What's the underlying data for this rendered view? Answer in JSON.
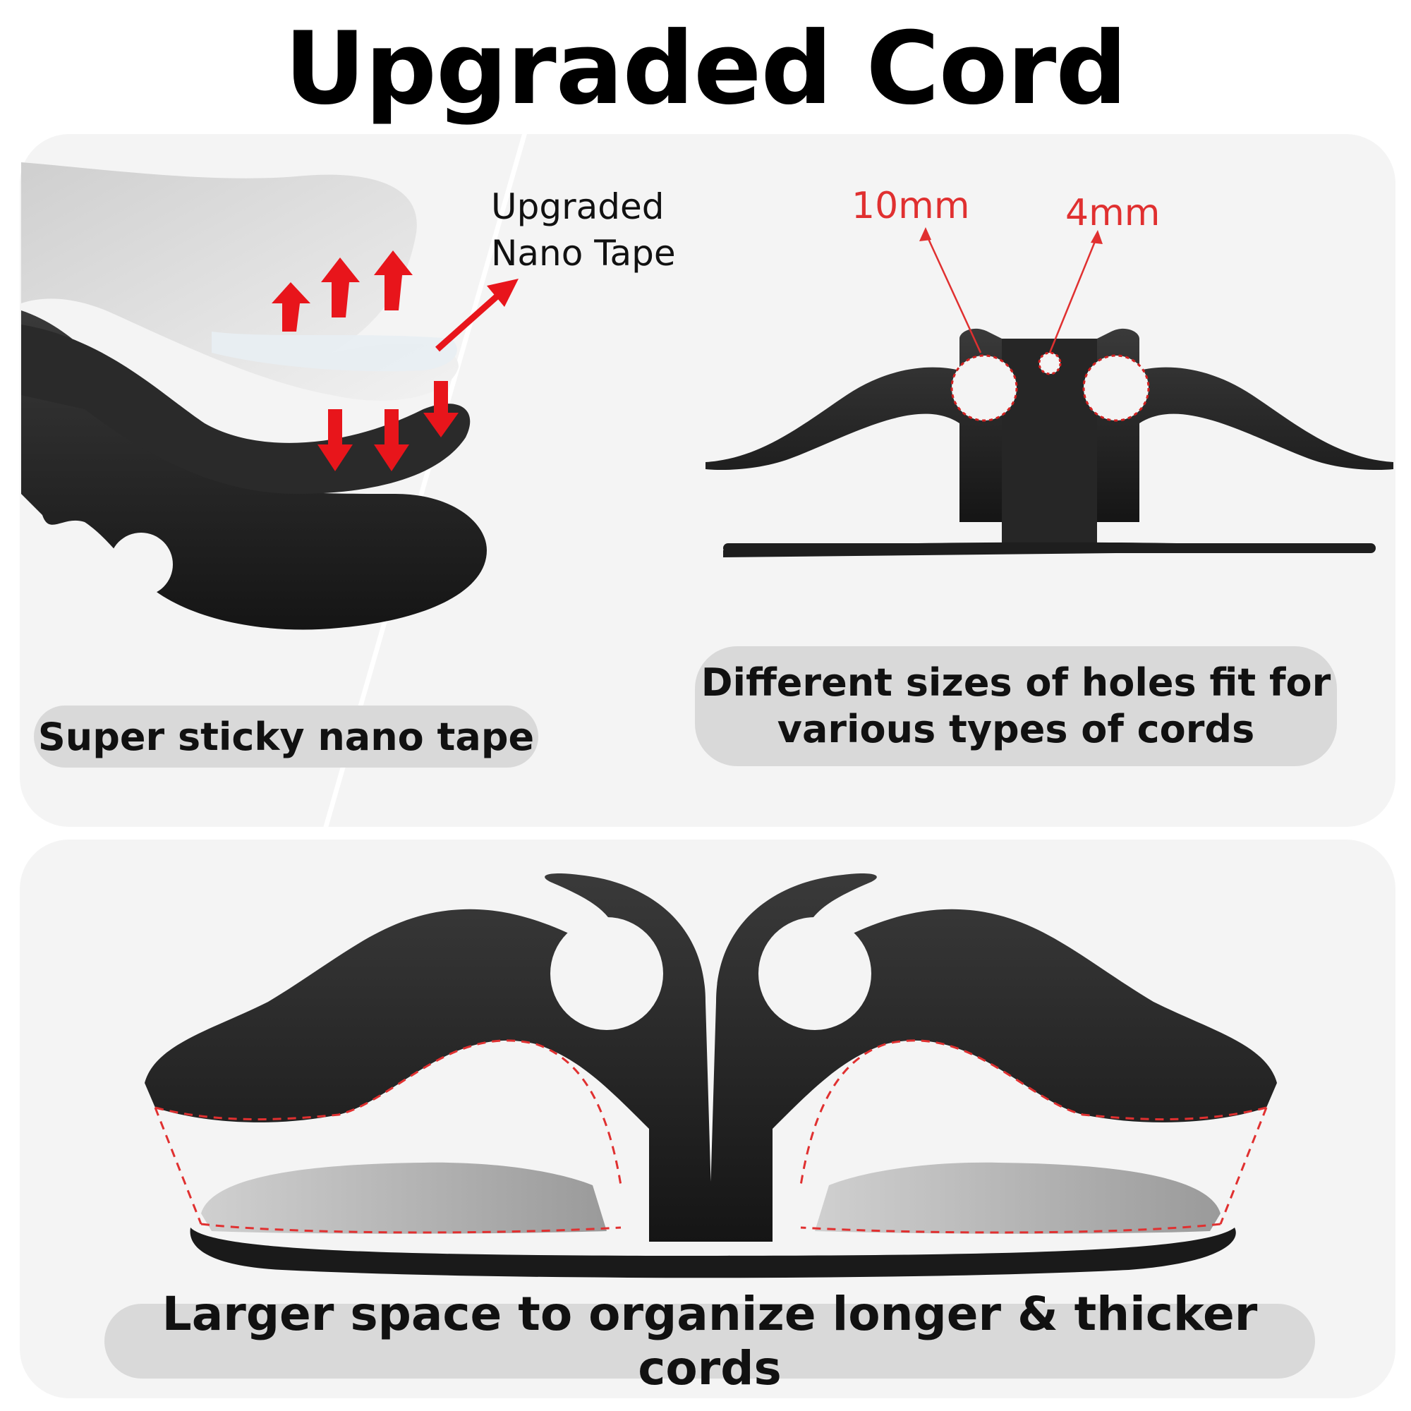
{
  "title": "Upgraded Cord Organizer",
  "tape_label": {
    "line1": "Upgraded",
    "line2": "Nano Tape"
  },
  "dimensions": {
    "large_hole": "10mm",
    "small_hole": "4mm"
  },
  "captions": {
    "tape": "Super sticky nano tape",
    "holes_line1": "Different sizes of holes fit for",
    "holes_line2": "various types of cords",
    "space": "Larger space to organize longer & thicker cords"
  },
  "colors": {
    "accent_red": "#e03030",
    "product_black": "#1e1e1e",
    "pill_gray": "#d9d9d9",
    "panel_bg": "#f4f4f4"
  }
}
